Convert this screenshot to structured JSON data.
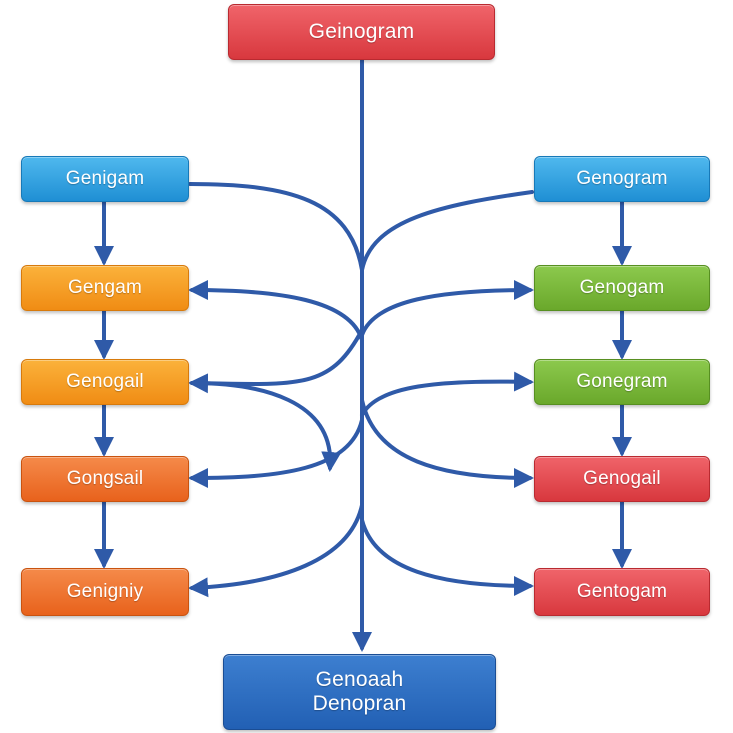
{
  "diagram": {
    "top": {
      "label": "Geinogram",
      "color": "#e04a50"
    },
    "left": [
      {
        "label": "Genigam",
        "color": "#2e9fe0"
      },
      {
        "label": "Gengam",
        "color": "#f49e22"
      },
      {
        "label": "Genogail",
        "color": "#f49e22"
      },
      {
        "label": "Gongsail",
        "color": "#ec7030"
      },
      {
        "label": "Genigniy",
        "color": "#ec7030"
      }
    ],
    "right": [
      {
        "label": "Genogram",
        "color": "#2e9fe0"
      },
      {
        "label": "Genogam",
        "color": "#78b838"
      },
      {
        "label": "Gonegram",
        "color": "#78b838"
      },
      {
        "label": "Genogail",
        "color": "#e04a50"
      },
      {
        "label": "Gentogam",
        "color": "#e04a50"
      }
    ],
    "bottom": {
      "line1": "Genoaah",
      "line2": "Denopran",
      "color": "#2a6cc2"
    },
    "connector_color": "#2f5aa8"
  }
}
